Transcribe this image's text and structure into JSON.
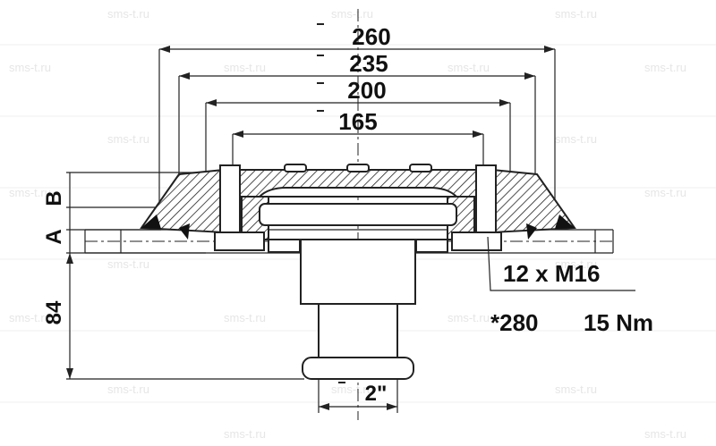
{
  "watermark": "sms-t.ru",
  "dimensions": {
    "d260": "260",
    "d235": "235",
    "d200": "200",
    "d165": "165",
    "pipe": "2\"",
    "height": "84"
  },
  "side_labels": {
    "a": "A",
    "b": "B"
  },
  "notes": {
    "bolts": "12 x M16",
    "star": "*280",
    "torque": "15 Nm"
  }
}
